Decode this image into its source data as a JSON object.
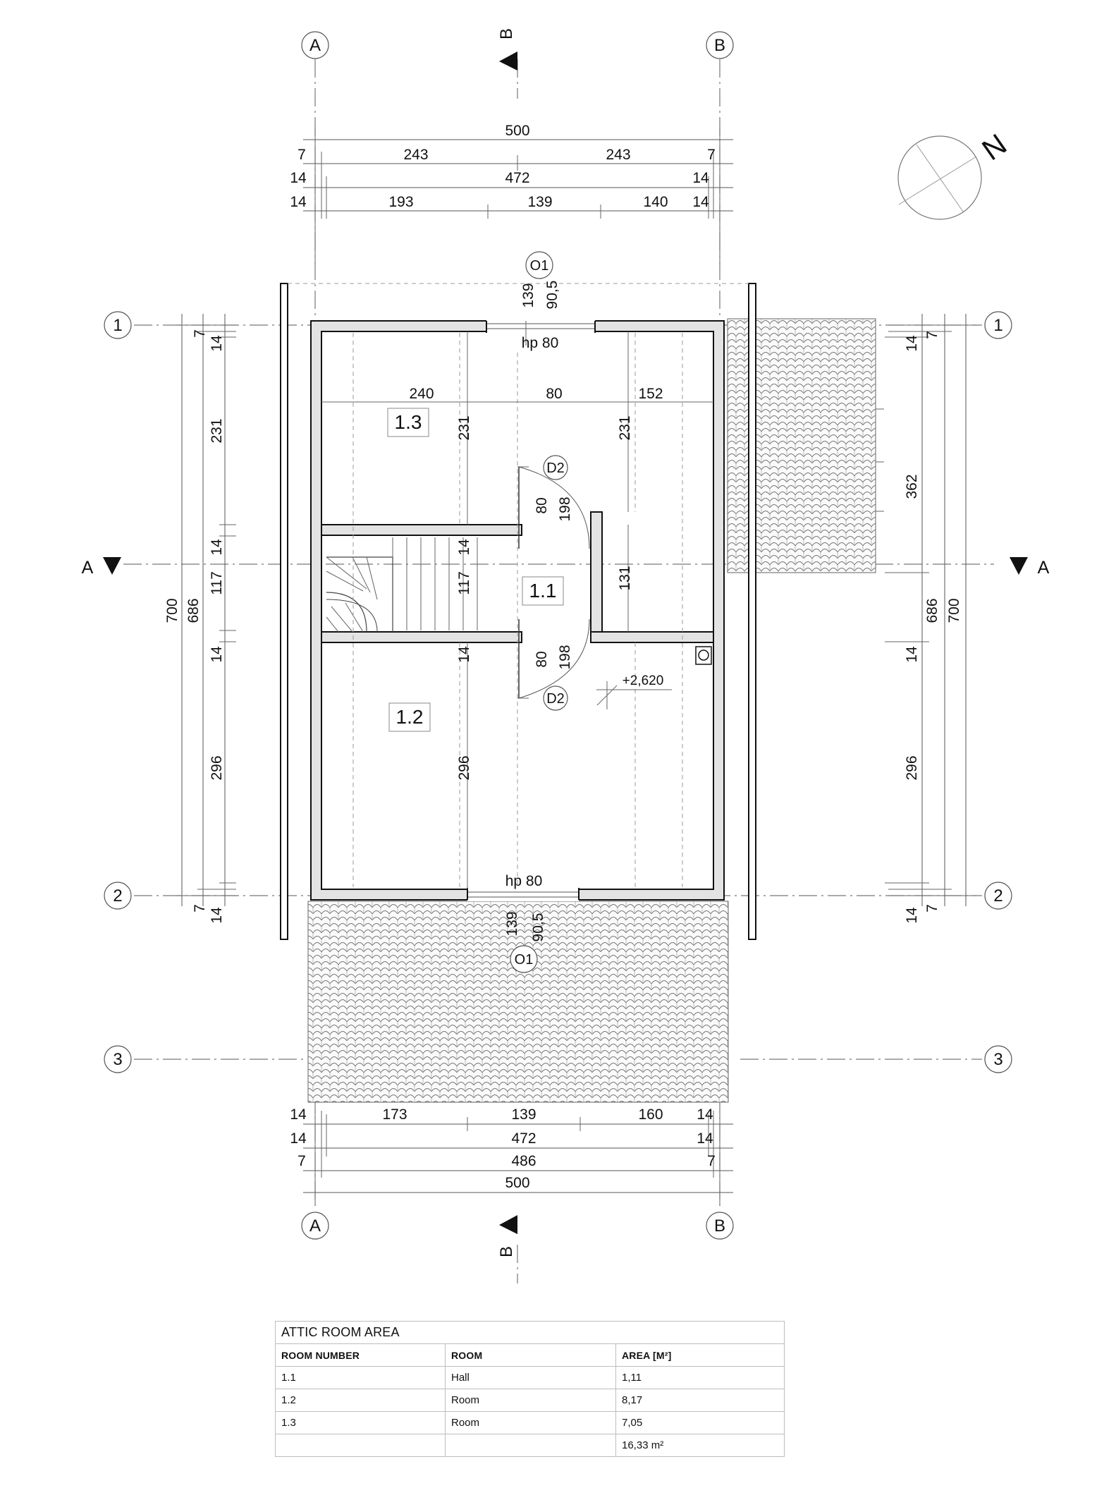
{
  "axes": {
    "vertical": [
      "A",
      "B"
    ],
    "horizontal": [
      "1",
      "2",
      "3"
    ],
    "section_a": "A",
    "section_b": "B"
  },
  "north": "N",
  "dims_top": {
    "row1": [
      "500"
    ],
    "row2": [
      "7",
      "243",
      "243",
      "7"
    ],
    "row3": [
      "14",
      "472",
      "14"
    ],
    "row4": [
      "14",
      "193",
      "139",
      "140",
      "14"
    ]
  },
  "dims_bottom": {
    "row1": [
      "14",
      "173",
      "139",
      "160",
      "14"
    ],
    "row2": [
      "14",
      "472",
      "14"
    ],
    "row3": [
      "7",
      "486",
      "7"
    ],
    "row4": [
      "500"
    ]
  },
  "dims_left": {
    "outer": "700",
    "inner": "686",
    "segments": [
      "7",
      "14",
      "231",
      "14",
      "117",
      "14",
      "296",
      "14",
      "7"
    ]
  },
  "dims_right": {
    "outer": "700",
    "inner": "686",
    "segments": [
      "7",
      "14",
      "14",
      "296",
      "14",
      "7"
    ],
    "terrace": "362"
  },
  "interior_dims": {
    "d240": "240",
    "d80": "80",
    "d152": "152",
    "d231a": "231",
    "d231b": "231",
    "d14a": "14",
    "d117": "117",
    "d14b": "14",
    "d296": "296",
    "d131": "131",
    "d80a": "80",
    "d198a": "198",
    "d80b": "80",
    "d198b": "198",
    "d139_top": "139",
    "d905_top": "90,5",
    "d139_bot": "139",
    "d905_bot": "90,5"
  },
  "windows": {
    "top": "hp 80",
    "bottom": "hp 80",
    "tag_top": "O1",
    "tag_bottom": "O1"
  },
  "doors": {
    "upper": "D2",
    "lower": "D2"
  },
  "rooms": {
    "r11": "1.1",
    "r12": "1.2",
    "r13": "1.3"
  },
  "level": "+2,620",
  "table": {
    "title": "ATTIC ROOM AREA",
    "headers": [
      "ROOM NUMBER",
      "ROOM",
      "AREA [M²]"
    ],
    "rows": [
      [
        "1.1",
        "Hall",
        "1,11"
      ],
      [
        "1.2",
        "Room",
        "8,17"
      ],
      [
        "1.3",
        "Room",
        "7,05"
      ],
      [
        "",
        "",
        "16,33 m²"
      ]
    ]
  }
}
